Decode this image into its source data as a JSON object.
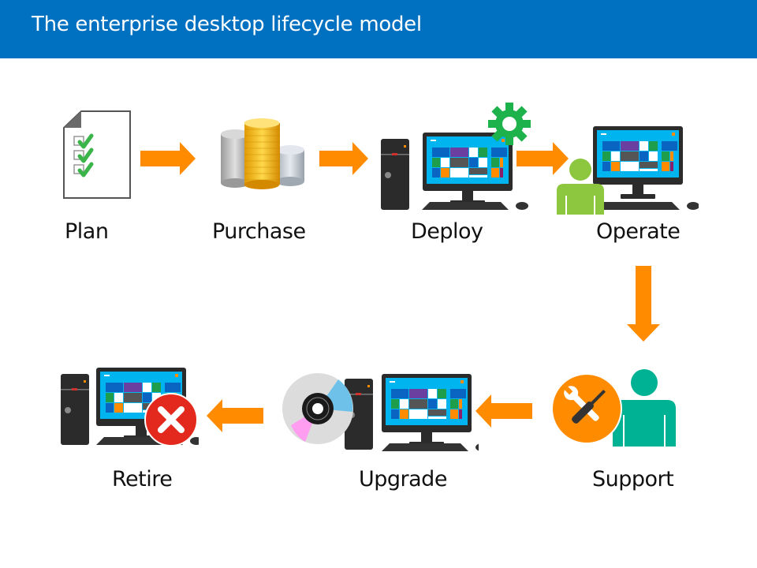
{
  "header": {
    "title": "The enterprise desktop lifecycle model"
  },
  "colors": {
    "header_bg": "#0070C0",
    "arrow": "#FF8C00",
    "check": "#3BB54A",
    "gear": "#1DB24B",
    "user_operate": "#8DC63F",
    "user_support": "#00B294",
    "support_badge": "#FF8C00",
    "retire_badge": "#E3291D",
    "screen": "#00B4F0"
  },
  "stages": [
    {
      "id": "plan",
      "label": "Plan",
      "icon": "checklist-icon"
    },
    {
      "id": "purchase",
      "label": "Purchase",
      "icon": "coins-icon"
    },
    {
      "id": "deploy",
      "label": "Deploy",
      "icon": "desktop-gear-icon"
    },
    {
      "id": "operate",
      "label": "Operate",
      "icon": "desktop-user-icon"
    },
    {
      "id": "support",
      "label": "Support",
      "icon": "user-tools-icon"
    },
    {
      "id": "upgrade",
      "label": "Upgrade",
      "icon": "desktop-disc-icon"
    },
    {
      "id": "retire",
      "label": "Retire",
      "icon": "desktop-remove-icon"
    }
  ]
}
